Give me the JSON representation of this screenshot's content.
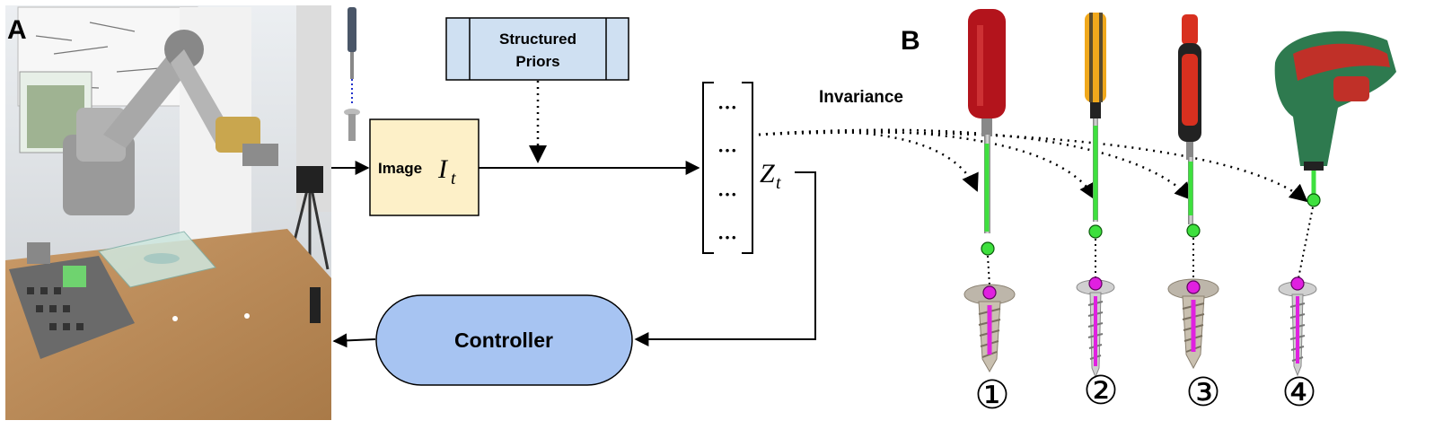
{
  "panels": {
    "a_label": "A",
    "b_label": "B"
  },
  "image_node": {
    "label": "Image",
    "var": "I",
    "sub": "t"
  },
  "priors_node": {
    "line1": "Structured",
    "line2": "Priors"
  },
  "latent": {
    "var": "Z",
    "sub": "t",
    "entries": [
      "···",
      "···",
      "···",
      "···"
    ]
  },
  "controller": {
    "label": "Controller"
  },
  "invariance": {
    "label": "Invariance"
  },
  "tools": [
    {
      "name": "red-screwdriver",
      "number": "①",
      "color": "#b3141c"
    },
    {
      "name": "yellow-screwdriver",
      "number": "②",
      "color": "#f0a81c"
    },
    {
      "name": "red-black-screwdriver",
      "number": "③",
      "color": "#d8301f"
    },
    {
      "name": "power-screwdriver",
      "number": "④",
      "color": "#2e7a4f"
    }
  ],
  "colors": {
    "image_fill": "#fdf0c8",
    "priors_fill": "#cfe0f2",
    "controller_fill": "#a7c4f2",
    "axis_green": "#3ee03e",
    "axis_magenta": "#e020e0",
    "cardboard": "#b98a58"
  }
}
